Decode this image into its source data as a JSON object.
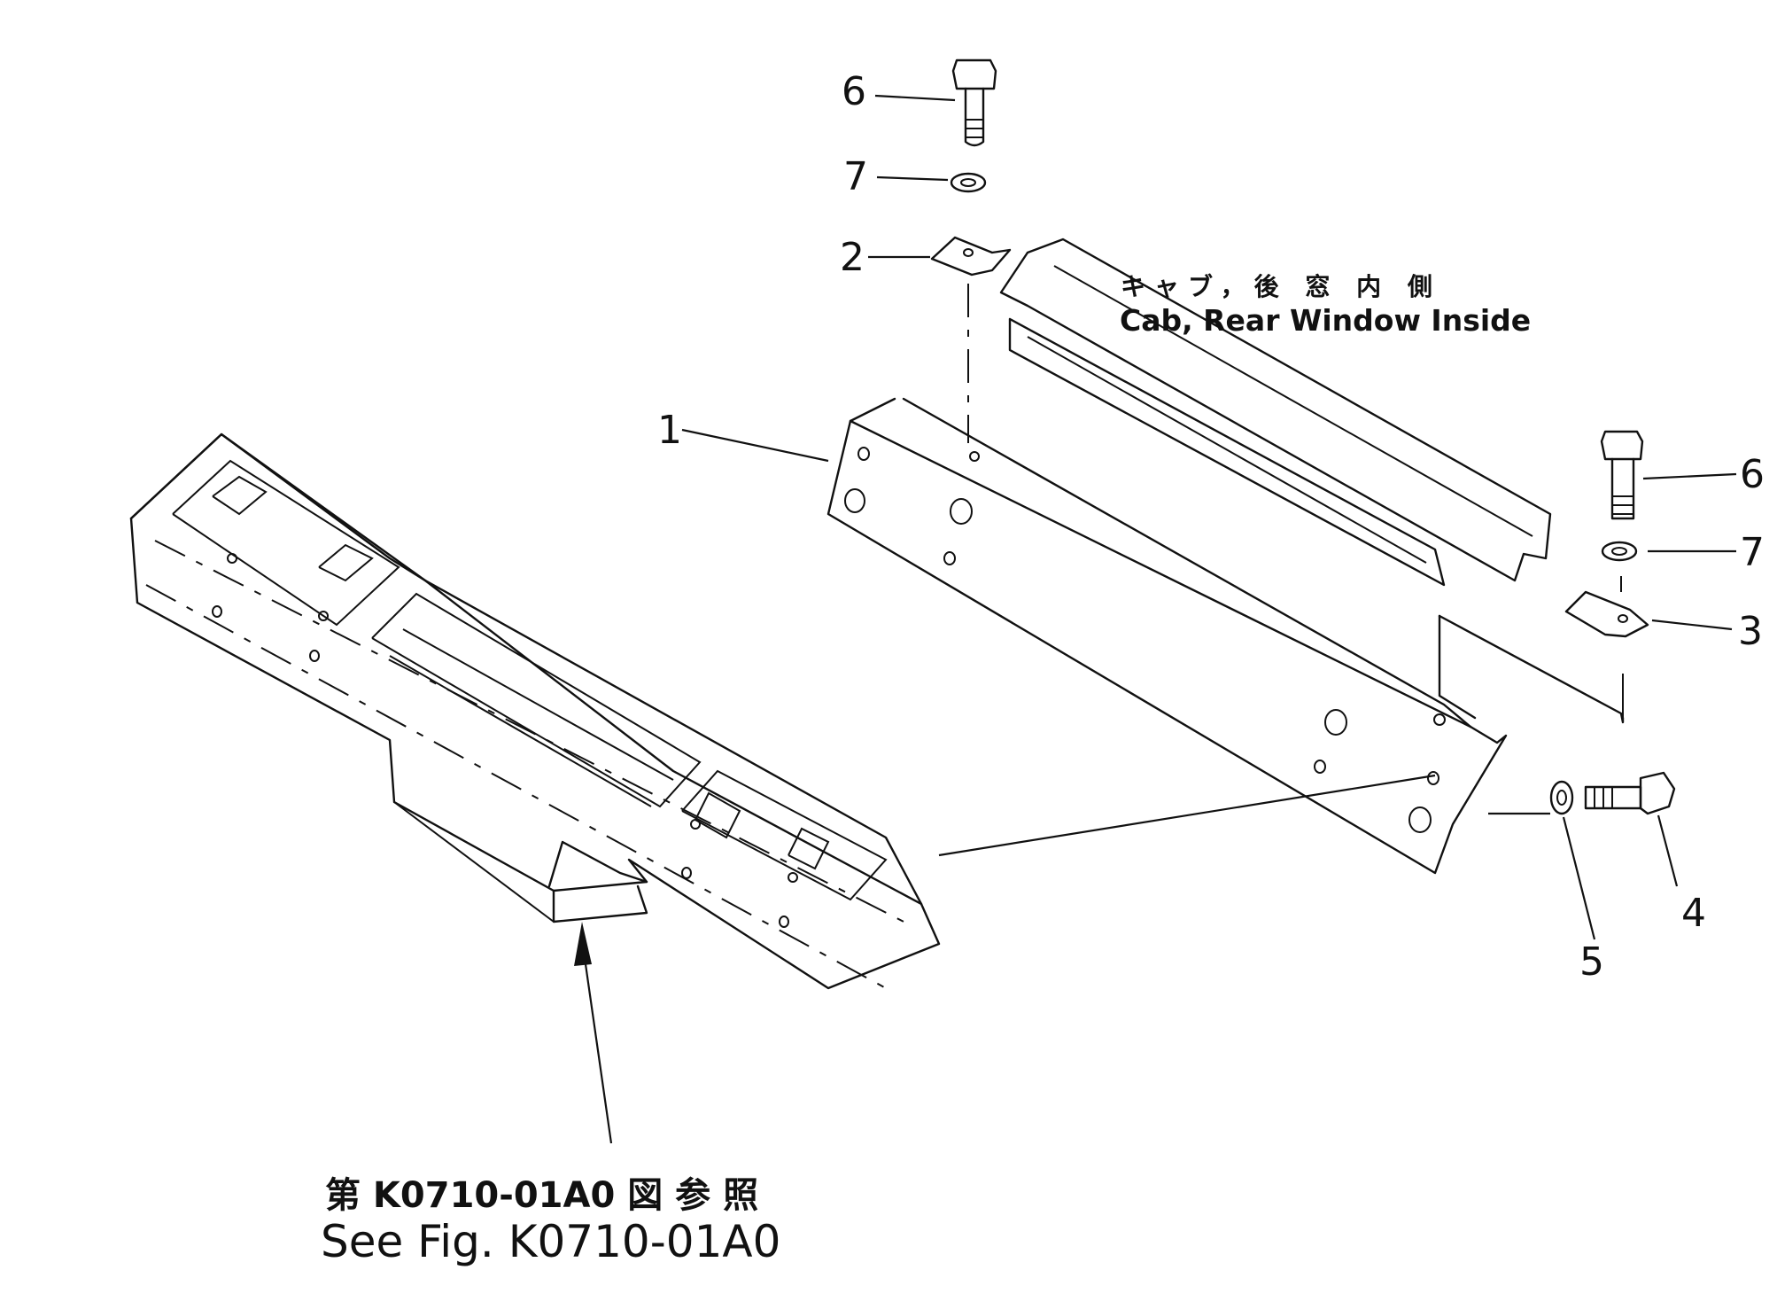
{
  "callouts": {
    "part_1": "1",
    "part_2": "2",
    "part_3": "3",
    "part_4": "4",
    "part_5": "5",
    "part_6_top": "6",
    "part_7_top": "7",
    "part_6_right": "6",
    "part_7_right": "7"
  },
  "cab_label": {
    "japanese": "キャブ，後 窓 内 側",
    "english": "Cab, Rear Window Inside"
  },
  "reference": {
    "japanese": "第 K0710-01A0 図 参 照",
    "english": "See Fig. K0710-01A0"
  }
}
